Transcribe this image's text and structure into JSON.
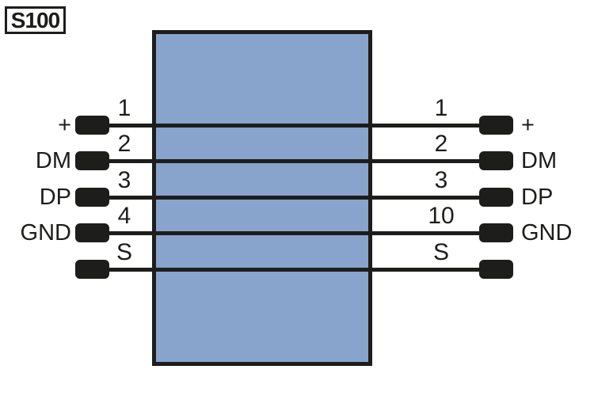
{
  "diagram": {
    "title": "S100",
    "colors": {
      "body_fill": "#88a3cc",
      "ink": "#1d1d1b",
      "background": "#ffffff"
    },
    "left_connector": {
      "rows": [
        {
          "label": "+",
          "pin": "1"
        },
        {
          "label": "DM",
          "pin": "2"
        },
        {
          "label": "DP",
          "pin": "3"
        },
        {
          "label": "GND",
          "pin": "4"
        },
        {
          "label": "",
          "pin": "S"
        }
      ]
    },
    "right_connector": {
      "rows": [
        {
          "label": "+",
          "pin": "1"
        },
        {
          "label": "DM",
          "pin": "2"
        },
        {
          "label": "DP",
          "pin": "3"
        },
        {
          "label": "GND",
          "pin": "10"
        },
        {
          "label": "",
          "pin": "S"
        }
      ]
    }
  }
}
